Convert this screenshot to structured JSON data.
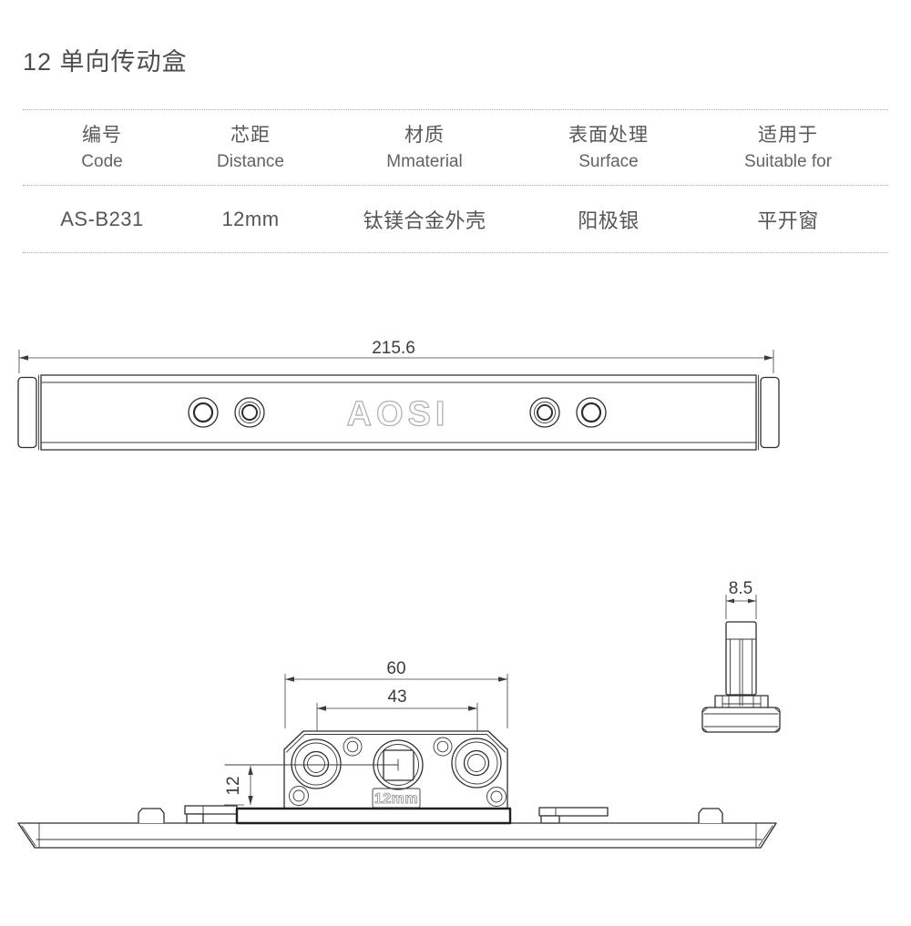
{
  "page": {
    "title": "12 单向传动盒"
  },
  "table": {
    "columns": [
      {
        "zh": "编号",
        "en": "Code"
      },
      {
        "zh": "芯距",
        "en": "Distance"
      },
      {
        "zh": "材质",
        "en": "Mmaterial"
      },
      {
        "zh": "表面处理",
        "en": "Surface"
      },
      {
        "zh": "适用于",
        "en": "Suitable for"
      }
    ],
    "row": [
      "AS-B231",
      "12mm",
      "钛镁合金外壳",
      "阳极银",
      "平开窗"
    ]
  },
  "drawings": {
    "top_view": {
      "length_dim": "215.6",
      "logo": "AOSI"
    },
    "front_view": {
      "width_dim": "60",
      "holes_dim": "43",
      "height_dim": "12",
      "size_label": "12mm"
    },
    "side_view": {
      "width_dim": "8.5"
    }
  },
  "colors": {
    "line": "#2e2e2e",
    "dim_text": "#3c3c3c",
    "rule": "#ababab",
    "text": "#565656"
  }
}
